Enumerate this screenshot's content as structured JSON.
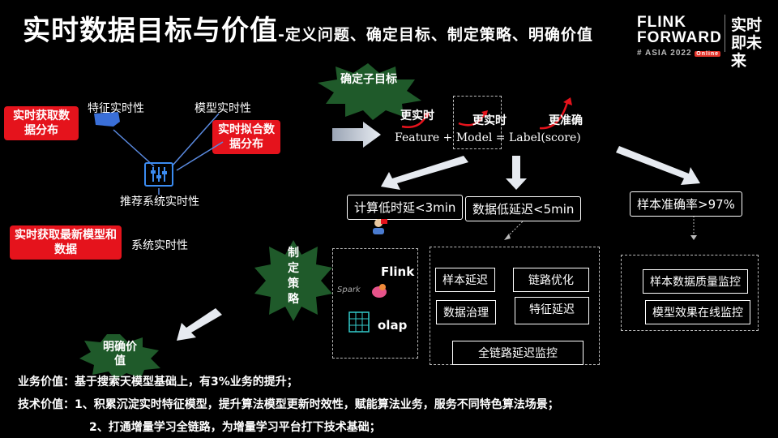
{
  "header": {
    "title": "实时数据目标与价值",
    "subtitle": "-定义问题、确定目标、制定策略、明确价值"
  },
  "logo": {
    "line1": "FLINK",
    "line2": "FORWARD",
    "line3": "# ASIA 2022",
    "online": "Online",
    "right": "实时即未来"
  },
  "left": {
    "red1": "实时获取数据分布",
    "feature_rt": "特征实时性",
    "model_rt": "模型实时性",
    "red2": "实时拟合数据分布",
    "rec_rt": "推荐系统实时性",
    "red3": "实时获取最新模型和数据",
    "sys_rt": "系统实时性"
  },
  "badges": {
    "goal": "确定子目标",
    "strategy": "制定策略",
    "value": "明确价值"
  },
  "formula": {
    "label1": "更实时",
    "label2": "更实时",
    "label3": "更准确",
    "feature": "Feature",
    "plus": "+",
    "model": "Model",
    "eq": "=",
    "label": "Label(score)"
  },
  "targets": {
    "t1": "计算低时延<3min",
    "t2": "数据低延迟<5min",
    "t3": "样本准确率>97%"
  },
  "tech": {
    "flink": "Flink",
    "spark": "Spark",
    "olap": "olap"
  },
  "strategies": {
    "s1": "样本延迟",
    "s2": "链路优化",
    "s3": "数据治理",
    "s4": "特征延迟",
    "s5": "全链路延迟监控",
    "s6": "样本数据质量监控",
    "s7": "模型效果在线监控"
  },
  "bottom": {
    "line1": "业务价值：基于搜索天模型基础上，有3%业务的提升；",
    "line2": "技术价值：1、积累沉淀实时特征模型，提升算法模型更新时效性，赋能算法业务，服务不同特色算法场景；",
    "line3": "2、打通增量学习全链路，为增量学习平台打下技术基础；"
  }
}
